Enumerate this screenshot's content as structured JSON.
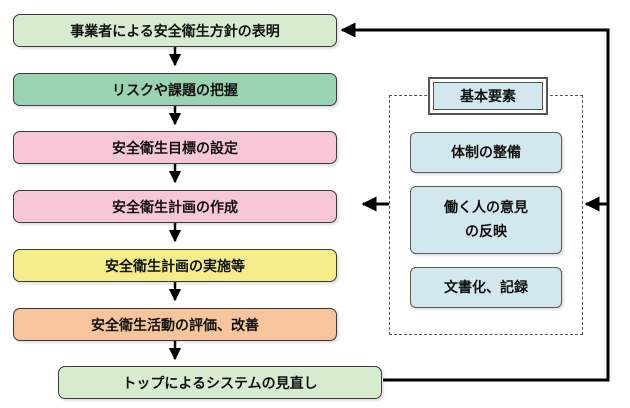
{
  "steps": [
    {
      "label": "事業者による安全衛生方針の表明",
      "color": "#d7ebcf"
    },
    {
      "label": "リスクや課題の把握",
      "color": "#99d3b2"
    },
    {
      "label": "安全衛生目標の設定",
      "color": "#f7c6d7"
    },
    {
      "label": "安全衛生計画の作成",
      "color": "#f7c6d7"
    },
    {
      "label": "安全衛生計画の実施等",
      "color": "#f4ee8a"
    },
    {
      "label": "安全衛生活動の評価、改善",
      "color": "#f7c59b"
    },
    {
      "label": "トップによるシステムの見直し",
      "color": "#d7ebcf"
    }
  ],
  "elements": {
    "title": "基本要素",
    "items": [
      {
        "label": "体制の整備"
      },
      {
        "label": "働く人の意見\nの反映"
      },
      {
        "label": "文書化、記録"
      }
    ]
  }
}
